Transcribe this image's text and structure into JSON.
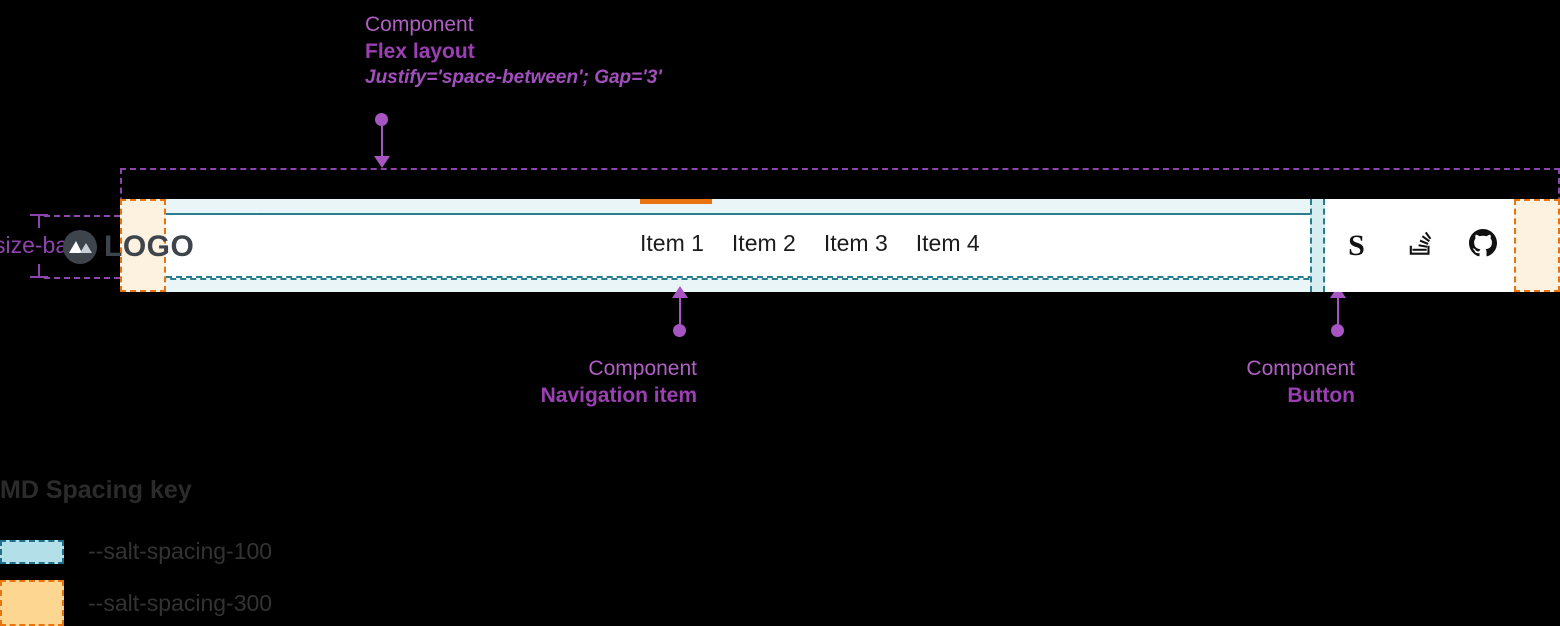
{
  "annotations": {
    "flex_layout": {
      "kind": "Component",
      "name": "Flex layout",
      "props": "Justify='space-between'; Gap='3'"
    },
    "navigation_item": {
      "kind": "Component",
      "name": "Navigation item"
    },
    "button": {
      "kind": "Component",
      "name": "Button"
    },
    "size_base": {
      "label": "size-base"
    }
  },
  "navbar": {
    "logo": {
      "icon": "mountain-logo-icon",
      "text": "LOGO"
    },
    "items": [
      {
        "label": "Item 1",
        "active": true
      },
      {
        "label": "Item 2",
        "active": false
      },
      {
        "label": "Item 3",
        "active": false
      },
      {
        "label": "Item 4",
        "active": false
      }
    ],
    "icon_buttons": [
      {
        "name": "salt-button",
        "glyph": "S"
      },
      {
        "name": "stack-overflow-button",
        "glyph": "stack-overflow-icon"
      },
      {
        "name": "github-button",
        "glyph": "github-icon"
      }
    ]
  },
  "legend": {
    "title": "MD Spacing key",
    "rows": [
      {
        "token": "--salt-spacing-100",
        "color": "#b2dfe8",
        "border": "#1f6f8b"
      },
      {
        "token": "--salt-spacing-300",
        "color": "#fdd692",
        "border": "#e8730f"
      }
    ]
  },
  "colors": {
    "annotation_purple": "#a855c4",
    "annotation_purple_bold": "#9c3fb4",
    "spacing_100_fill": "#d6edf2",
    "spacing_100_stroke": "#2a7d8c",
    "spacing_300_fill": "#fdf1df",
    "spacing_300_stroke": "#e8730f",
    "active_indicator": "#e8730f",
    "navbar_background": "#ffffff",
    "logo_text": "#3e444c"
  }
}
